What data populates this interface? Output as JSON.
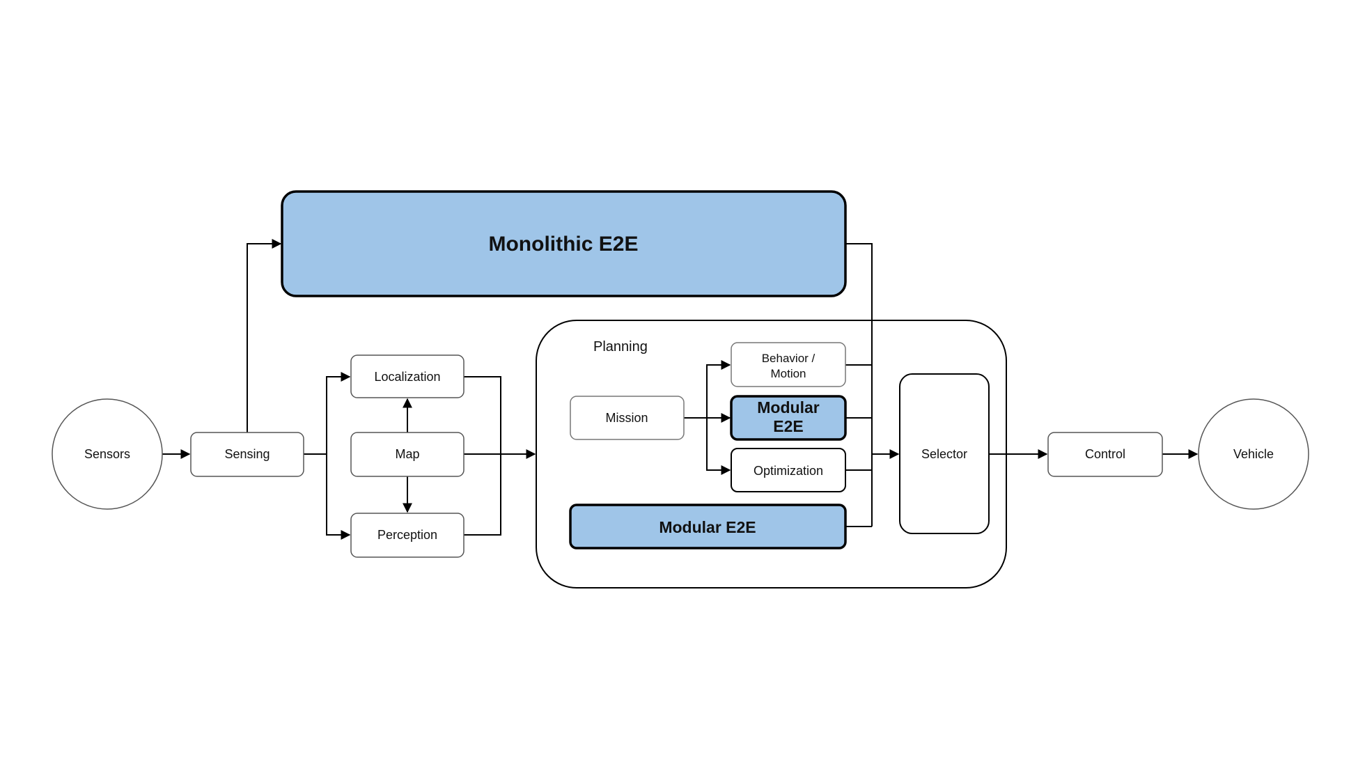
{
  "colors": {
    "highlight_fill": "#9fc5e8",
    "node_fill": "#ffffff",
    "stroke": "#000000",
    "node_stroke": "#555555"
  },
  "nodes": {
    "sensors": "Sensors",
    "sensing": "Sensing",
    "localization": "Localization",
    "map": "Map",
    "perception": "Perception",
    "monolithic": "Monolithic E2E",
    "planning": "Planning",
    "mission": "Mission",
    "behavior_line1": "Behavior /",
    "behavior_line2": "Motion",
    "modular_small_line1": "Modular",
    "modular_small_line2": "E2E",
    "optimization": "Optimization",
    "modular_wide": "Modular E2E",
    "selector": "Selector",
    "control": "Control",
    "vehicle": "Vehicle"
  },
  "edges": [
    {
      "from": "Sensors",
      "to": "Sensing"
    },
    {
      "from": "Sensing",
      "to": "Monolithic E2E"
    },
    {
      "from": "Sensing",
      "to": "Localization"
    },
    {
      "from": "Sensing",
      "to": "Perception"
    },
    {
      "from": "Map",
      "to": "Localization"
    },
    {
      "from": "Map",
      "to": "Perception"
    },
    {
      "from": "Map",
      "to": "Planning"
    },
    {
      "from": "Localization",
      "to": "Planning"
    },
    {
      "from": "Perception",
      "to": "Planning"
    },
    {
      "from": "Mission",
      "to": "Behavior / Motion"
    },
    {
      "from": "Mission",
      "to": "Modular E2E (small)"
    },
    {
      "from": "Mission",
      "to": "Optimization"
    },
    {
      "from": "Monolithic E2E",
      "to": "Selector"
    },
    {
      "from": "Behavior / Motion",
      "to": "Selector"
    },
    {
      "from": "Modular E2E (small)",
      "to": "Selector"
    },
    {
      "from": "Optimization",
      "to": "Selector"
    },
    {
      "from": "Modular E2E (wide)",
      "to": "Selector"
    },
    {
      "from": "Selector",
      "to": "Control"
    },
    {
      "from": "Control",
      "to": "Vehicle"
    }
  ]
}
